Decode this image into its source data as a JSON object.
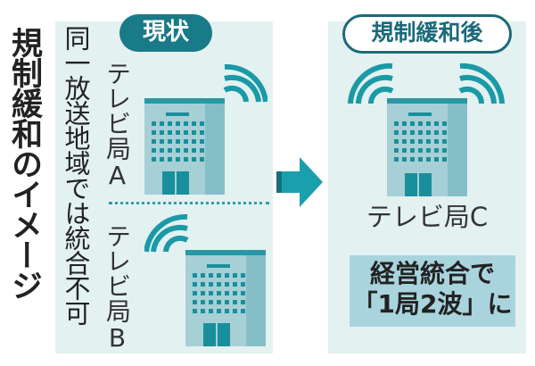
{
  "title": "規制緩和のイメージ",
  "current": {
    "badge": "現状",
    "note": "同一放送地域では統合不可",
    "stations": [
      {
        "label": "テレビ局A"
      },
      {
        "label": "テレビ局B"
      }
    ]
  },
  "after": {
    "badge": "規制緩和後",
    "station": {
      "label": "テレビ局C"
    },
    "result_line1": "経営統合で",
    "result_line2": "「1局2波」に"
  },
  "icons": {
    "building": "building-icon",
    "signal": "wifi-signal-icon",
    "arrow": "arrow-right-icon"
  },
  "colors": {
    "panel_bg": "#e4f1f1",
    "accent": "#197a88",
    "building_light": "#a7cfd6",
    "building_dark": "#7fb6c0",
    "signal": "#1a9aa6",
    "result_box": "#a9d4dd"
  }
}
